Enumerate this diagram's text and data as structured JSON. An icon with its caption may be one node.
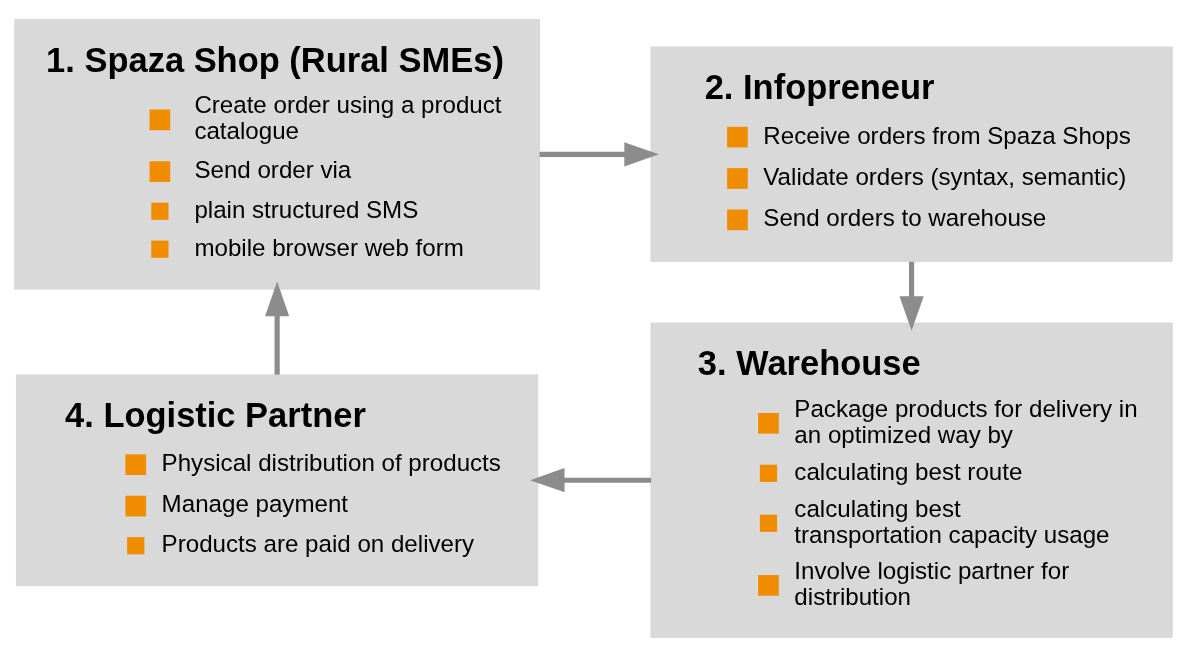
{
  "diagram": {
    "nodes": [
      {
        "text": [
          "1. Spaza Shop (Rural SMEs)",
          "Create order using a product catalogue",
          "Send order via",
          "plain structured SMS",
          "mobile browser web form"
        ]
      },
      {
        "text": [
          "2. Infopreneur",
          "Receive orders from Spaza Shops",
          "Validate orders (syntax, semantic)",
          "Send orders to warehouse"
        ]
      },
      {
        "text": [
          "3. Warehouse",
          "Package products for delivery in an optimized way by",
          "calculating best route",
          "calculating best transportation capacity usage",
          "Involve logistic partner for distribution"
        ]
      },
      {
        "text": [
          "4. Logistic Partner",
          "Physical distribution of products",
          "Manage payment",
          "Products are paid on delivery"
        ]
      }
    ],
    "edges": [
      {
        "from": 0,
        "to": 1,
        "arrow": "to"
      },
      {
        "from": 1,
        "to": 2,
        "arrow": "to"
      },
      {
        "from": 2,
        "to": 3,
        "arrow": "to"
      },
      {
        "from": 3,
        "to": 0,
        "arrow": "to"
      }
    ]
  }
}
